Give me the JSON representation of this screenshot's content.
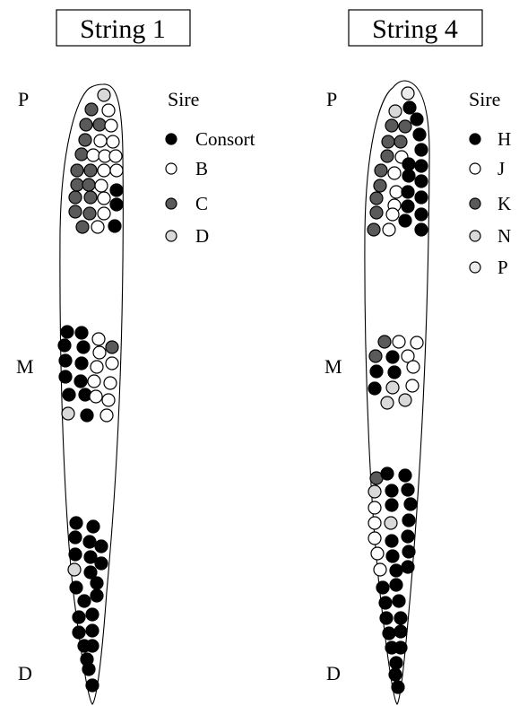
{
  "panels": [
    {
      "title": "String 1",
      "labels": {
        "p": "P",
        "m": "M",
        "d": "D"
      },
      "legend": {
        "title": "Sire",
        "items": [
          {
            "label": "Consort",
            "color": "#000000"
          },
          {
            "label": "B",
            "color": "#ffffff"
          },
          {
            "label": "C",
            "color": "#5a5a5a"
          },
          {
            "label": "D",
            "color": "#d9d9d9"
          }
        ]
      }
    },
    {
      "title": "String 4",
      "labels": {
        "p": "P",
        "m": "M",
        "d": "D"
      },
      "legend": {
        "title": "Sire",
        "items": [
          {
            "label": "H",
            "color": "#000000"
          },
          {
            "label": "J",
            "color": "#ffffff"
          },
          {
            "label": "K",
            "color": "#5a5a5a"
          },
          {
            "label": "N",
            "color": "#d9d9d9"
          },
          {
            "label": "P",
            "color": "#ececec"
          }
        ]
      }
    }
  ]
}
